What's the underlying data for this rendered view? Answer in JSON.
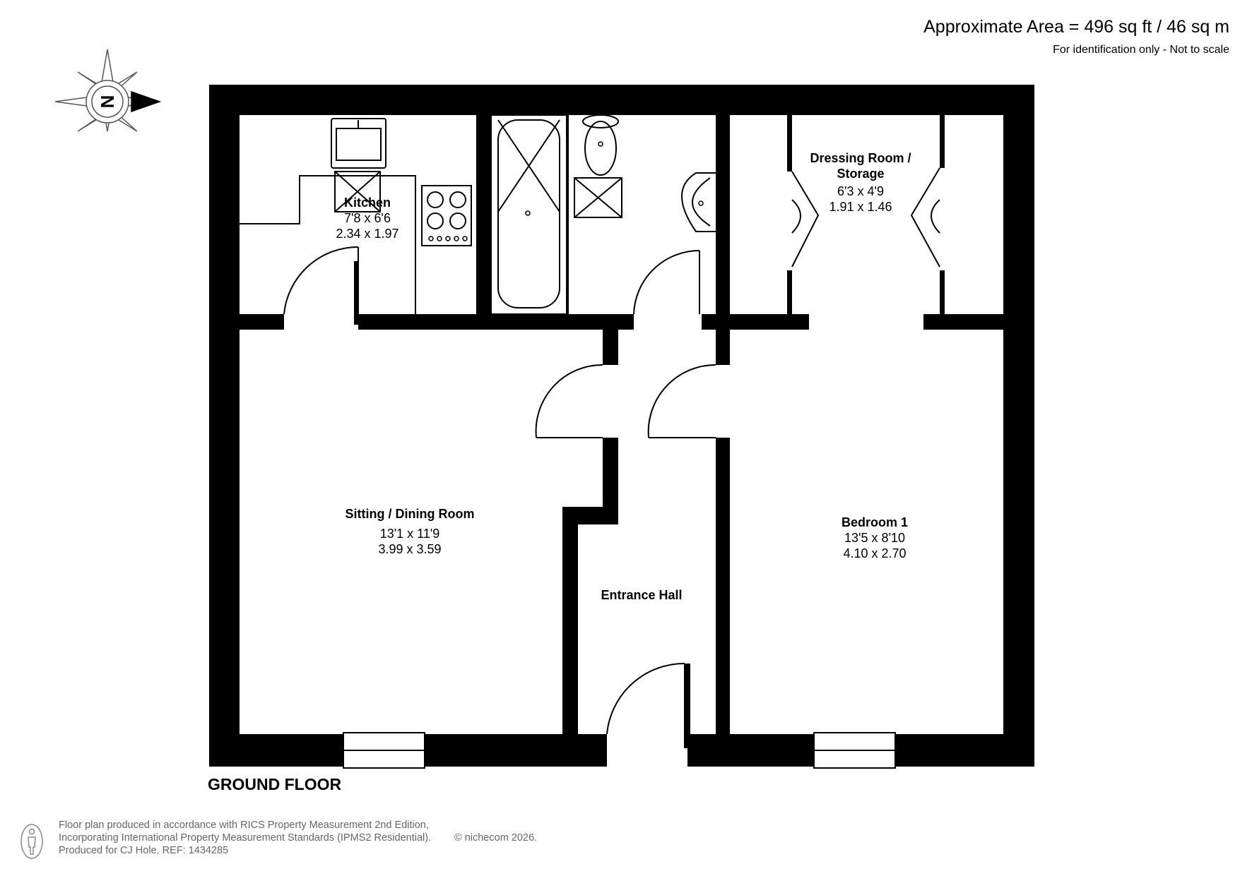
{
  "header": {
    "area": "Approximate Area = 496 sq ft / 46 sq m",
    "note": "For identification only - Not to scale"
  },
  "compass": {
    "letter": "N",
    "icon": "compass-rose-icon"
  },
  "rooms": {
    "kitchen": {
      "name": "Kitchen",
      "imperial": "7'8 x 6'6",
      "metric": "2.34 x 1.97"
    },
    "dressing": {
      "name_line1": "Dressing Room /",
      "name_line2": "Storage",
      "imperial": "6'3 x 4'9",
      "metric": "1.91 x 1.46"
    },
    "sitting": {
      "name": "Sitting / Dining Room",
      "imperial": "13'1 x 11'9",
      "metric": "3.99 x 3.59"
    },
    "bedroom": {
      "name": "Bedroom 1",
      "imperial": "13'5 x 8'10",
      "metric": "4.10 x 2.70"
    },
    "hall": {
      "name": "Entrance Hall"
    }
  },
  "floor_label": "GROUND FLOOR",
  "footer": {
    "line1": "Floor plan produced in accordance with RICS Property Measurement 2nd Edition,",
    "line2": "Incorporating International Property Measurement Standards (IPMS2 Residential).",
    "line3": "Produced for CJ Hole.   REF:  1434285",
    "copyright": "© nichecom 2026."
  }
}
